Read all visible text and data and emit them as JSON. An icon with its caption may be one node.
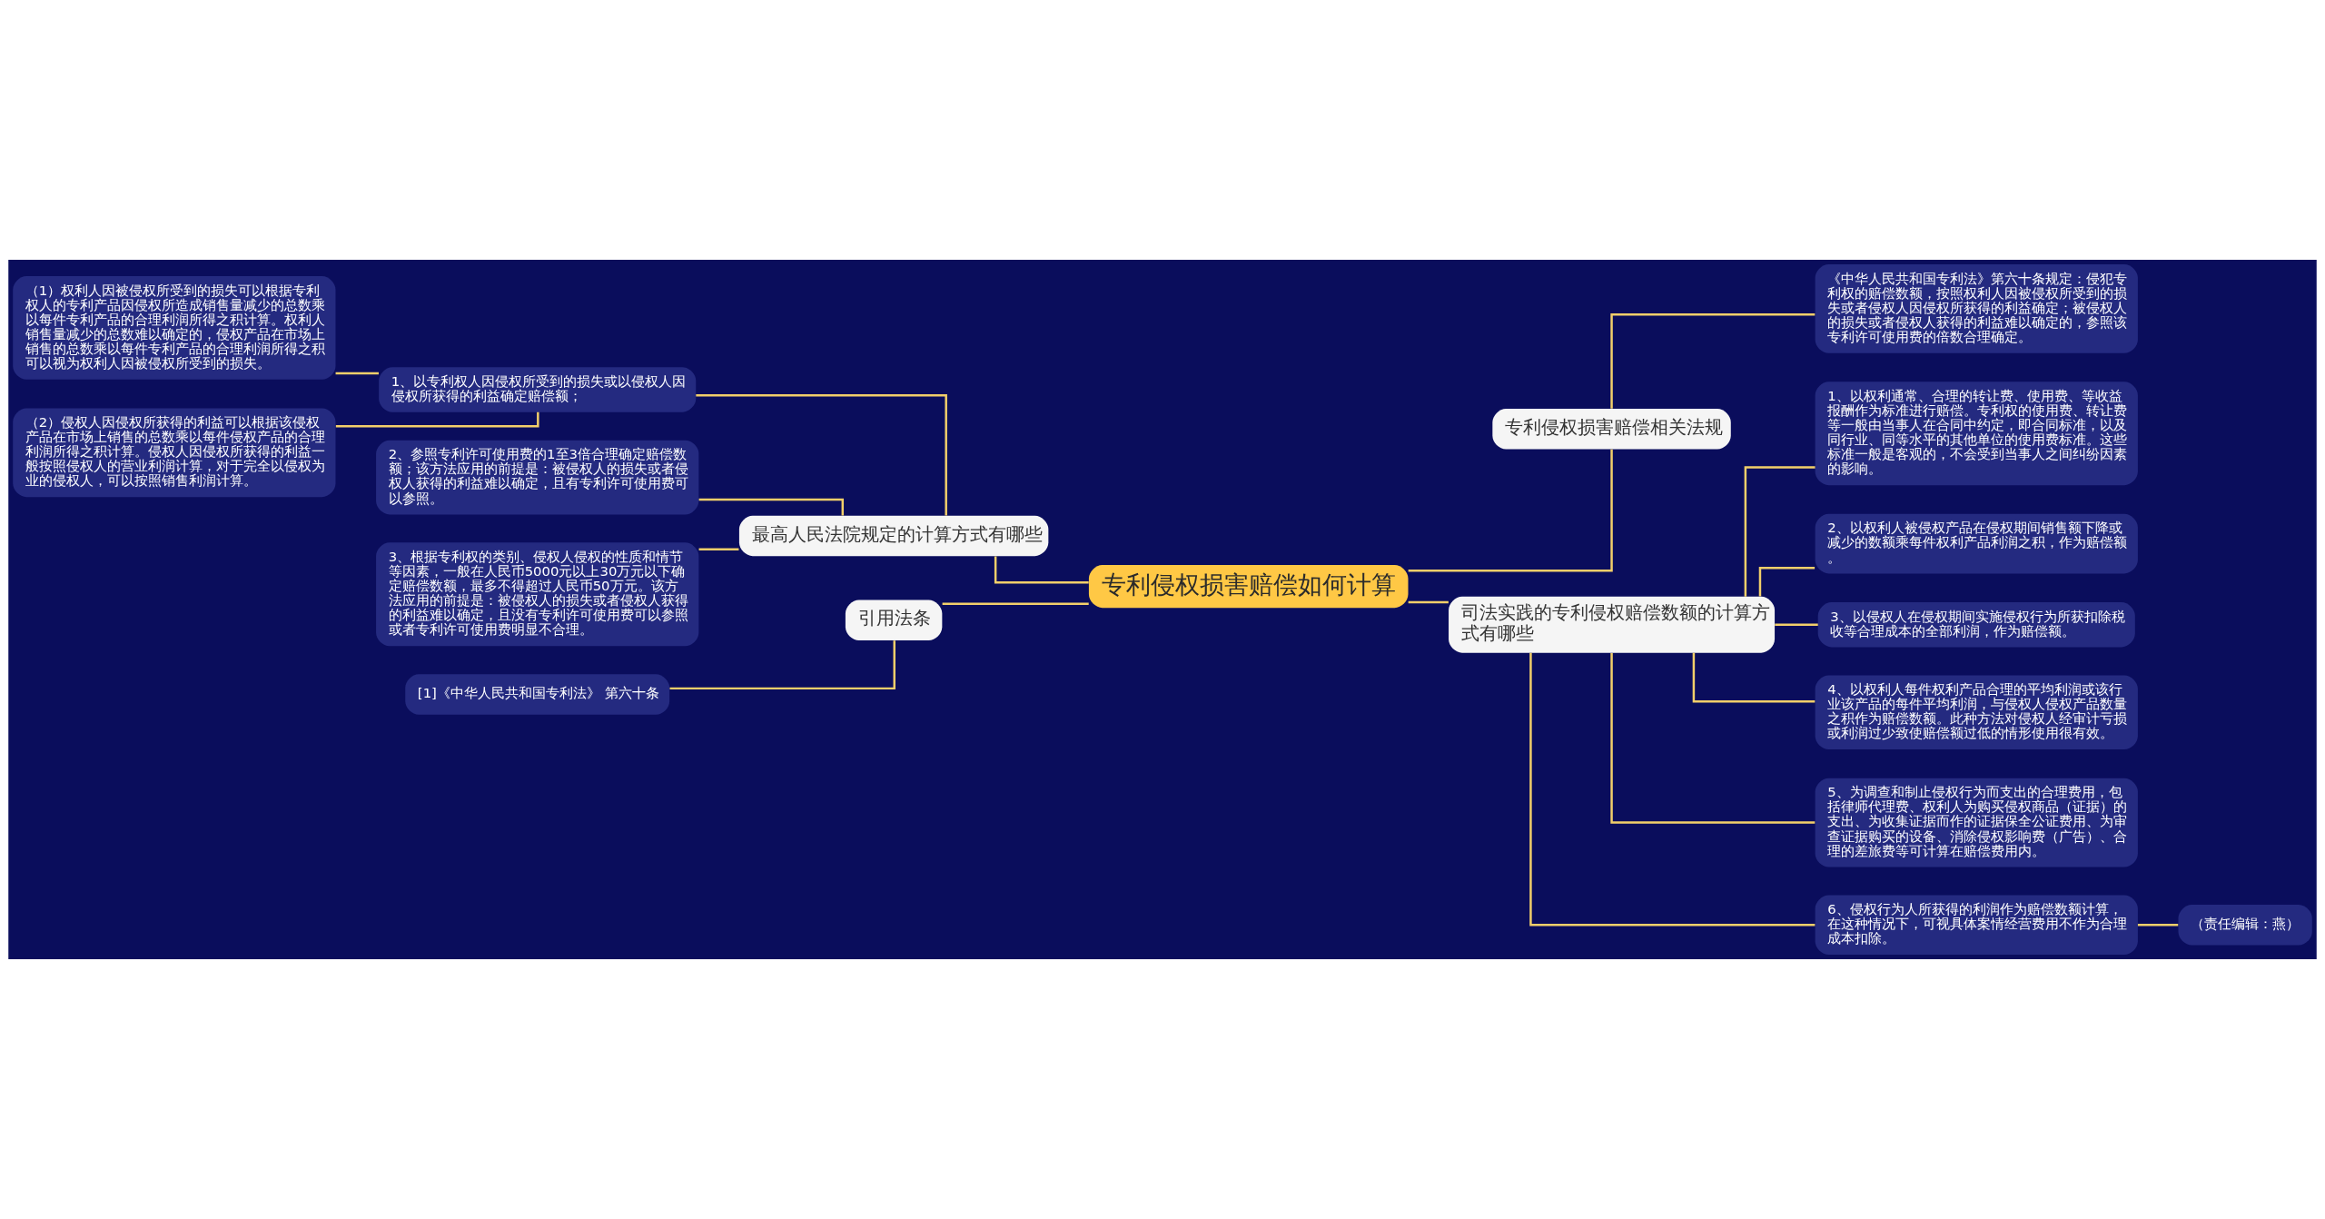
{
  "diagram": {
    "nodes": [
      {
        "text": [
          "专利侵权损害赔偿如何计算"
        ]
      },
      {
        "text": [
          "最高人民法院规定的计算方式有哪些"
        ]
      },
      {
        "text": [
          "1、以专利权人因侵权所受到的损失或以侵权人因侵权所获得的利益确定赔偿额；"
        ]
      },
      {
        "text": [
          "（1）权利人因被侵权所受到的损失可以根据专利权人的专利产品因侵权所造成销售量减少的总数乘以每件专利产品的合理利润所得之积计算。权利人销售量减少的总数难以确定的，侵权产品在市场上销售的总数乘以每件专利产品的合理利润所得之积可以视为权利人因被侵权所受到的损失。"
        ]
      },
      {
        "text": [
          "（2）侵权人因侵权所获得的利益可以根据该侵权产品在市场上销售的总数乘以每件侵权产品的合理利润所得之积计算。侵权人因侵权所获得的利益一般按照侵权人的营业利润计算，对于完全以侵权为业的侵权人，可以按照销售利润计算。"
        ]
      },
      {
        "text": [
          "2、参照专利许可使用费的1至3倍合理确定赔偿数额；该方法应用的前提是：被侵权人的损失或者侵权人获得的利益难以确定，且有专利许可使用费可以参照。"
        ]
      },
      {
        "text": [
          "3、根据专利权的类别、侵权人侵权的性质和情节等因素，一般在人民币5000元以上30万元以下确定赔偿数额，最多不得超过人民币50万元。该方法应用的前提是：被侵权人的损失或者侵权人获得的利益难以确定，且没有专利许可使用费可以参照或者专利许可使用费明显不合理。"
        ]
      },
      {
        "text": [
          "引用法条"
        ]
      },
      {
        "text": [
          "[1]《中华人民共和国专利法》 第六十条"
        ]
      },
      {
        "text": [
          "专利侵权损害赔偿相关法规"
        ]
      },
      {
        "text": [
          "《中华人民共和国专利法》第六十条规定：侵犯专利权的赔偿数额，按照权利人因被侵权所受到的损失或者侵权人因侵权所获得的利益确定；被侵权人的损失或者侵权人获得的利益难以确定的，参照该专利许可使用费的倍数合理确定。"
        ]
      },
      {
        "text": [
          "司法实践的专利侵权赔偿数额的计算方式有哪些"
        ]
      },
      {
        "text": [
          "1、以权利通常、合理的转让费、使用费、等收益报酬作为标准进行赔偿。专利权的使用费、转让费等一般由当事人在合同中约定，即合同标准，以及同行业、同等水平的其他单位的使用费标准。这些标准一般是客观的，不会受到当事人之间纠纷因素的影响。"
        ]
      },
      {
        "text": [
          "2、以权利人被侵权产品在侵权期间销售额下降或减少的数额乘每件权利产品利润之积，作为赔偿额。"
        ]
      },
      {
        "text": [
          "3、以侵权人在侵权期间实施侵权行为所获扣除税收等合理成本的全部利润，作为赔偿额。"
        ]
      },
      {
        "text": [
          "4、以权利人每件权利产品合理的平均利润或该行业该产品的每件平均利润，与侵权人侵权产品数量之积作为赔偿数额。此种方法对侵权人经审计亏损或利润过少致使赔偿额过低的情形使用很有效。"
        ]
      },
      {
        "text": [
          "5、为调查和制止侵权行为而支出的合理费用，包括律师代理费、权利人为购买侵权商品（证据）的支出、为收集证据而作的证据保全公证费用、为审查证据购买的设备、消除侵权影响费（广告）、合理的差旅费等可计算在赔偿费用内。"
        ]
      },
      {
        "text": [
          "6、侵权行为人所获得的利润作为赔偿数额计算，在这种情况下，可视具体案情经营费用不作为合理成本扣除。"
        ]
      },
      {
        "text": [
          "（责任编辑：燕）"
        ]
      }
    ],
    "edges": [
      {
        "from": 0,
        "to": 1,
        "arrow": "none"
      },
      {
        "from": 1,
        "to": 2,
        "arrow": "none"
      },
      {
        "from": 2,
        "to": 3,
        "arrow": "none"
      },
      {
        "from": 2,
        "to": 4,
        "arrow": "none"
      },
      {
        "from": 1,
        "to": 5,
        "arrow": "none"
      },
      {
        "from": 1,
        "to": 6,
        "arrow": "none"
      },
      {
        "from": 0,
        "to": 7,
        "arrow": "none"
      },
      {
        "from": 7,
        "to": 8,
        "arrow": "none"
      },
      {
        "from": 0,
        "to": 9,
        "arrow": "none"
      },
      {
        "from": 9,
        "to": 10,
        "arrow": "none"
      },
      {
        "from": 0,
        "to": 11,
        "arrow": "none"
      },
      {
        "from": 11,
        "to": 12,
        "arrow": "none"
      },
      {
        "from": 11,
        "to": 13,
        "arrow": "none"
      },
      {
        "from": 11,
        "to": 14,
        "arrow": "none"
      },
      {
        "from": 11,
        "to": 15,
        "arrow": "none"
      },
      {
        "from": 11,
        "to": 16,
        "arrow": "none"
      },
      {
        "from": 11,
        "to": 17,
        "arrow": "none"
      },
      {
        "from": 17,
        "to": 18,
        "arrow": "none"
      }
    ]
  }
}
